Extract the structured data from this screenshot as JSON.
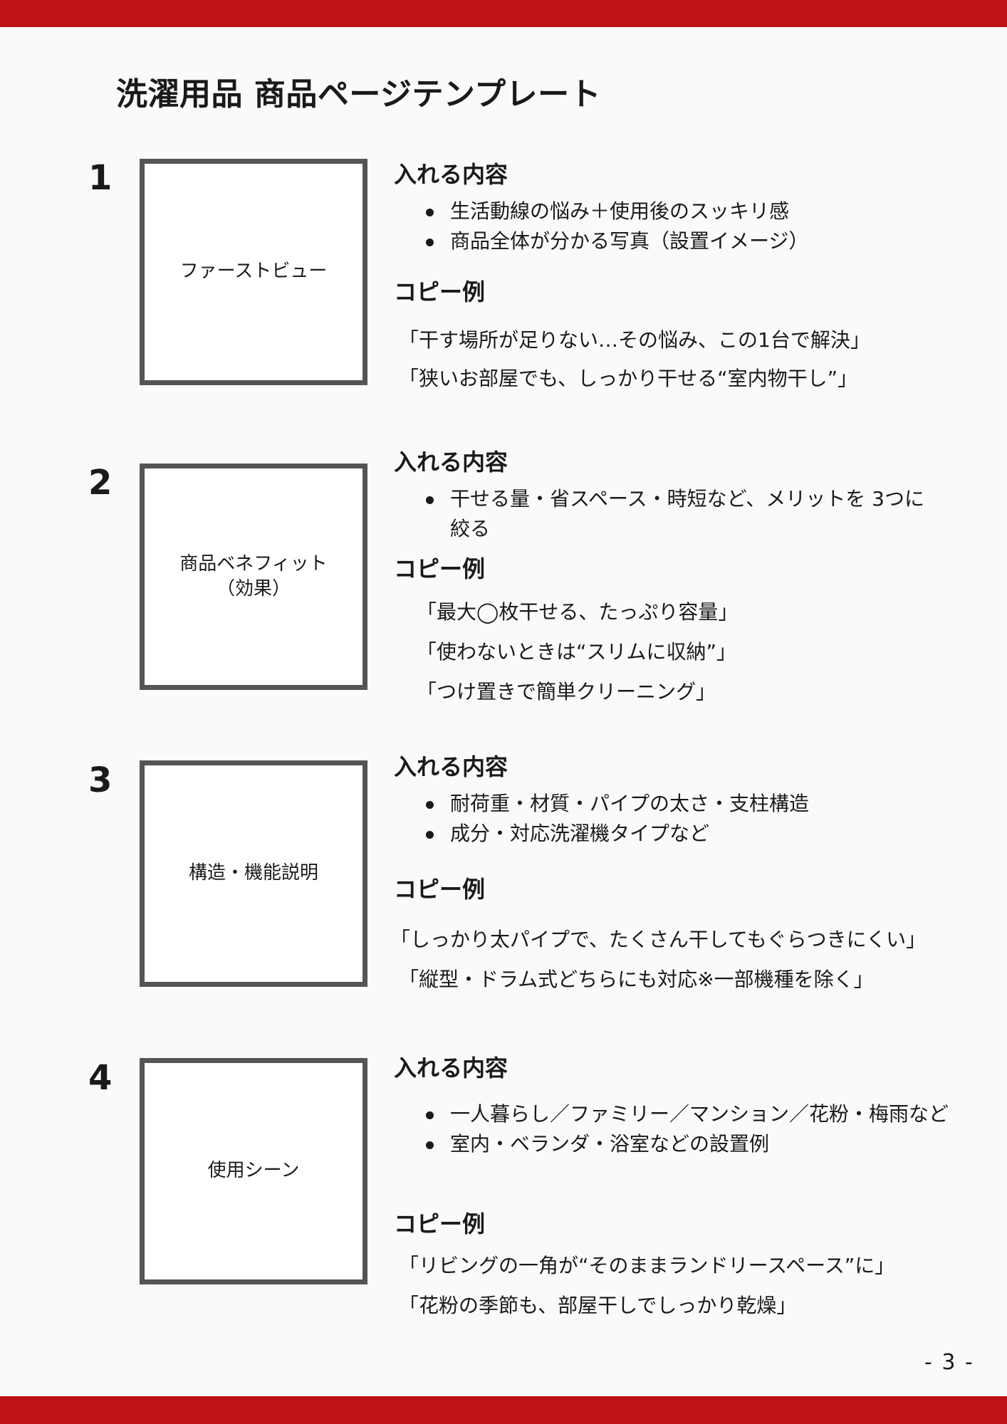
{
  "page_title": "洗濯用品 商品ページテンプレート",
  "page_number": "- 3 -",
  "colors": {
    "accent": "#be1216",
    "box_border": "#555555"
  },
  "sections": [
    {
      "number": "1",
      "box_lines": [
        "ファーストビュー"
      ],
      "content_heading": "入れる内容",
      "bullets": [
        "生活動線の悩み＋使用後のスッキリ感",
        "商品全体が分かる写真（設置イメージ）"
      ],
      "copy_heading": "コピー例",
      "copies": [
        "「干す場所が足りない…その悩み、この1台で解決」",
        "「狭いお部屋でも、しっかり干せる“室内物干し”」"
      ]
    },
    {
      "number": "2",
      "box_lines": [
        "商品ベネフィット",
        "（効果）"
      ],
      "content_heading": "入れる内容",
      "bullets": [
        "干せる量・省スペース・時短など、メリットを 3つに絞る"
      ],
      "copy_heading": "コピー例",
      "copies": [
        "「最大◯枚干せる、たっぷり容量」",
        "「使わないときは“スリムに収納”」",
        "「つけ置きで簡単クリーニング」"
      ]
    },
    {
      "number": "3",
      "box_lines": [
        "構造・機能説明"
      ],
      "content_heading": "入れる内容",
      "bullets": [
        "耐荷重・材質・パイプの太さ・支柱構造",
        "成分・対応洗濯機タイプなど"
      ],
      "copy_heading": "コピー例",
      "copies": [
        "「しっかり太パイプで、たくさん干してもぐらつきにくい」",
        "「縦型・ドラム式どちらにも対応※一部機種を除く」"
      ]
    },
    {
      "number": "4",
      "box_lines": [
        "使用シーン"
      ],
      "content_heading": "入れる内容",
      "bullets": [
        "一人暮らし／ファミリー／マンション／花粉・梅雨など",
        "室内・ベランダ・浴室などの設置例"
      ],
      "copy_heading": "コピー例",
      "copies": [
        "「リビングの一角が“そのままランドリースペース”に」",
        "「花粉の季節も、部屋干しでしっかり乾燥」"
      ]
    }
  ]
}
